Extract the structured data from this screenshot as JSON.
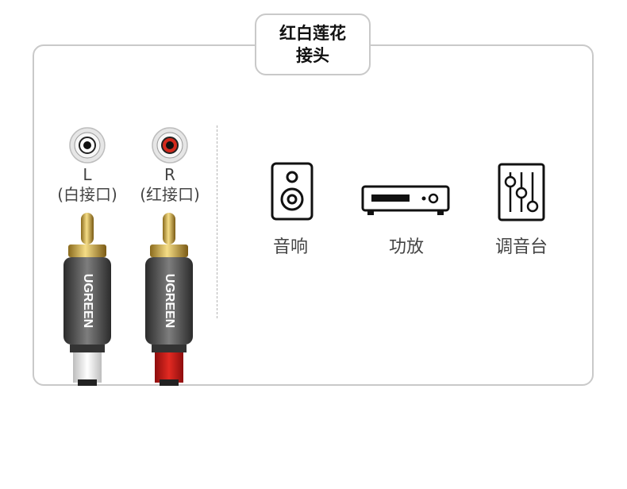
{
  "title": {
    "line1": "红白莲花",
    "line2": "接头"
  },
  "jacks": [
    {
      "channel": "L",
      "note": "(白接口)",
      "color": "#ffffff"
    },
    {
      "channel": "R",
      "note": "(红接口)",
      "color": "#d42a1d"
    }
  ],
  "plug_brand": "UGREEN",
  "devices": [
    {
      "label": "音响",
      "icon": "speaker-icon"
    },
    {
      "label": "功放",
      "icon": "amplifier-icon"
    },
    {
      "label": "调音台",
      "icon": "mixer-icon"
    }
  ]
}
